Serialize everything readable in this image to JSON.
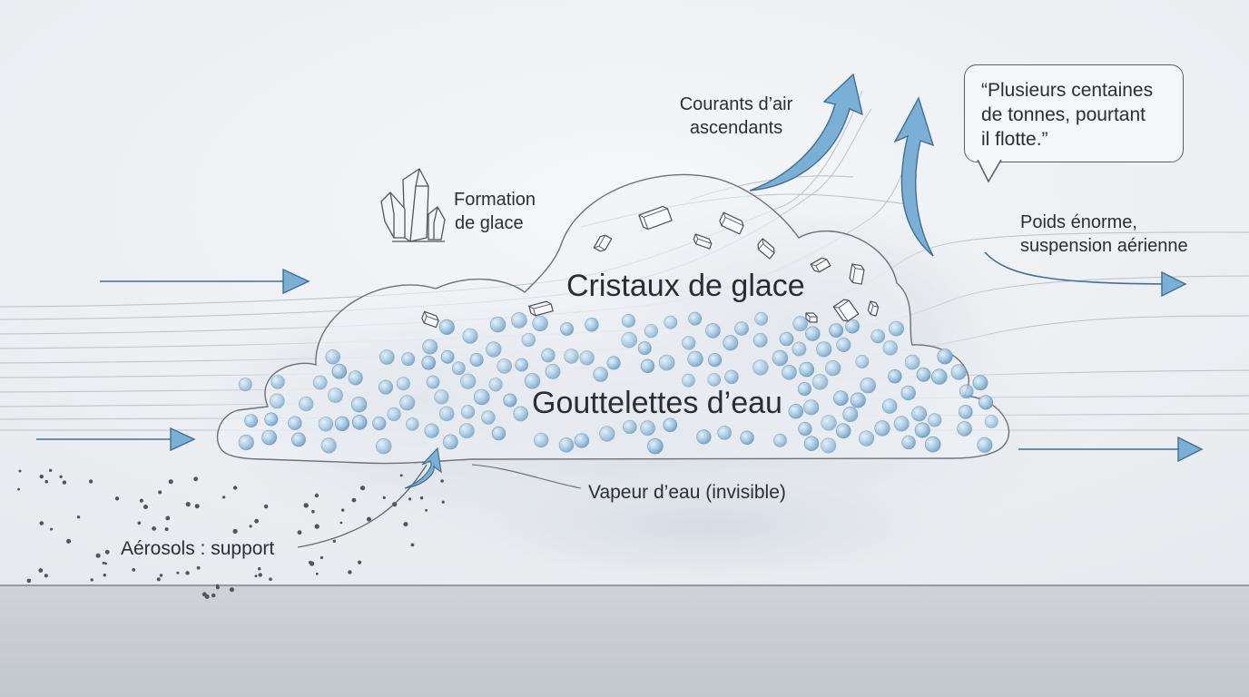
{
  "labels": {
    "updrafts": [
      "Courants d’air",
      "ascendants"
    ],
    "ice_formation": [
      "Formation",
      "de glace"
    ],
    "ice_crystals": "Cristaux de glace",
    "water_droplets": "Gouttelettes d’eau",
    "water_vapor": "Vapeur d’eau (invisible)",
    "aerosols": "Aérosols : support",
    "weight": [
      "Poids énorme,",
      "suspension aérienne"
    ]
  },
  "quote": [
    "“Plusieurs centaines",
    "de tonnes, pourtant",
    "il flotte.”"
  ],
  "icons": [
    "crystal-cluster-icon",
    "ice-crystal-icon",
    "water-droplet-icon",
    "aerosol-particle-icon"
  ],
  "colors": {
    "background": "#eef1f4",
    "ground": "#c9cdd2",
    "arrow_fill": "#7ab0d6",
    "arrow_stroke": "#3f6f93",
    "droplet": "#8dbad8",
    "outline": "#6b7178",
    "text": "#2b2f33"
  }
}
